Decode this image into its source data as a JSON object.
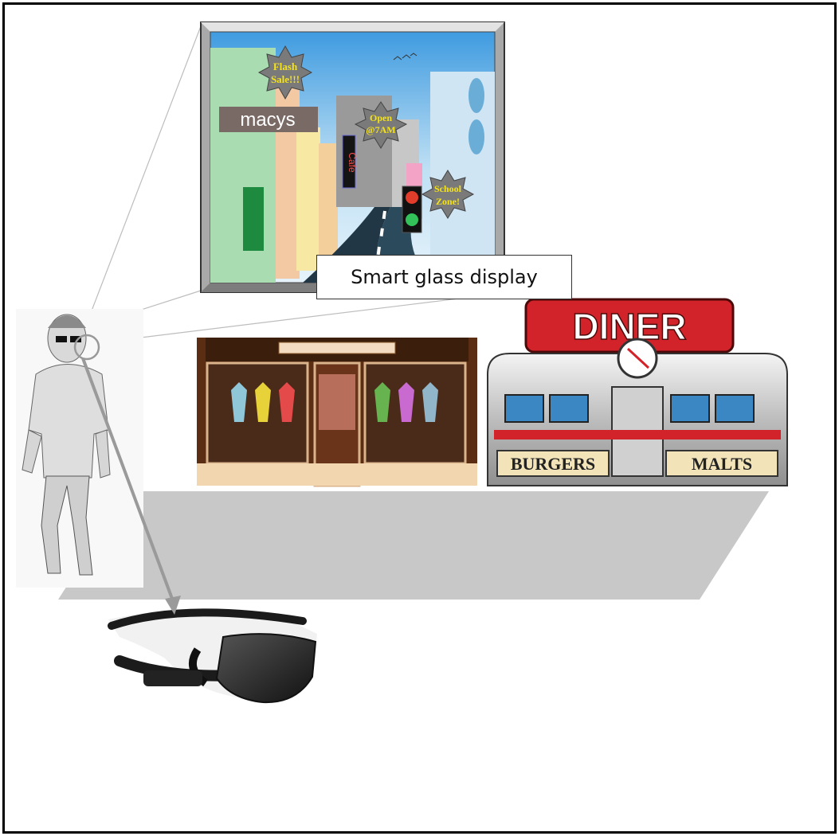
{
  "caption": "Smart glass display",
  "signs": {
    "flash_sale": [
      "Flash",
      "Sale!!!"
    ],
    "open_time": [
      "Open",
      "@7AM"
    ],
    "school_zone": [
      "School",
      "Zone!"
    ],
    "macys": "macys",
    "cafe": "Cafe"
  },
  "diner": {
    "title": "DINER",
    "left_banner": "BURGERS",
    "right_banner": "MALTS"
  },
  "colors": {
    "sign_star": "#7a7a7a",
    "sign_text": "#f4e21b",
    "diner_red": "#d2232a",
    "floor": "#c8c8c8",
    "pointer": "#9a9a9a"
  }
}
